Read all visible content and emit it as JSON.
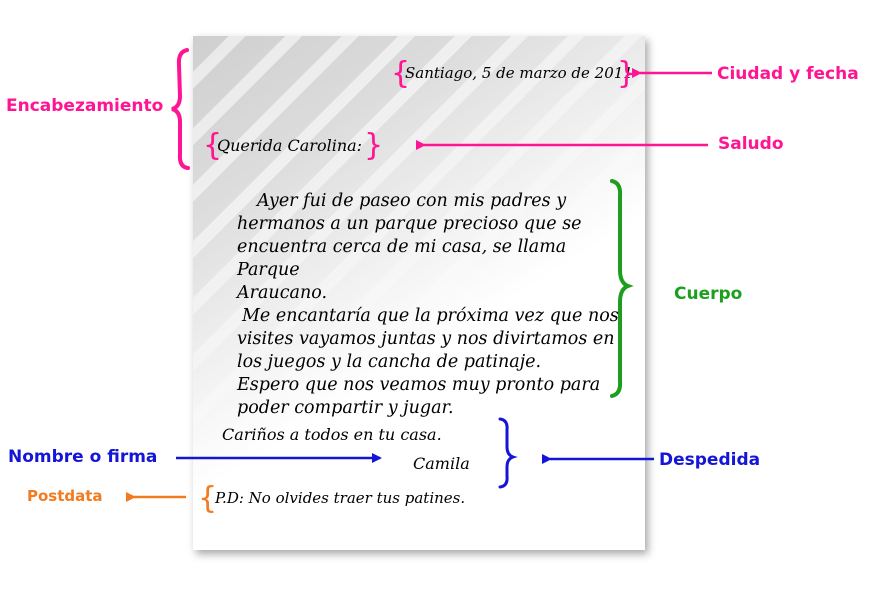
{
  "letter": {
    "date": "Santiago, 5 de marzo de 2011",
    "greeting": "Querida Carolina:",
    "body": [
      "Ayer fui de paseo con mis padres y",
      "hermanos a un parque precioso que se",
      "encuentra cerca de mi casa, se llama Parque",
      "Araucano.",
      "Me encantaría que la próxima vez que nos",
      "visites vayamos juntas  y nos divirtamos en",
      "los juegos y la cancha de patinaje.",
      "Espero que nos veamos muy pronto para",
      "poder compartir y jugar."
    ],
    "closing": "Cariños a todos en tu casa.",
    "signature": "Camila",
    "postscript": "P.D: No olvides traer tus patines."
  },
  "labels": {
    "heading": "Encabezamiento",
    "city_date": "Ciudad y fecha",
    "greeting": "Saludo",
    "body": "Cuerpo",
    "signature": "Nombre o firma",
    "farewell": "Despedida",
    "postscript": "Postdata"
  },
  "colors": {
    "pink": "#ff1493",
    "green": "#1e9e1e",
    "blue": "#1515d8",
    "orange": "#f37b1f"
  }
}
